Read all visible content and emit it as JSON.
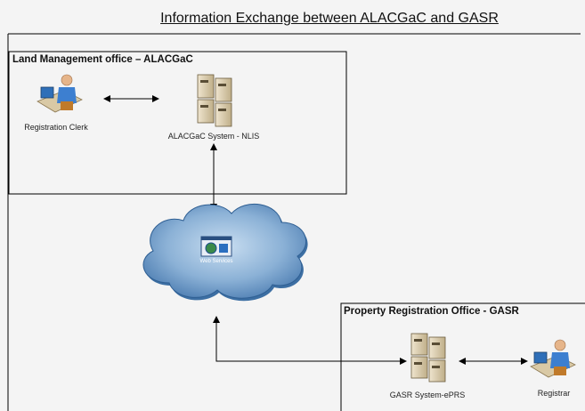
{
  "title": "Information Exchange between ALACGaC and GASR",
  "boxes": {
    "alacgac": {
      "label": "Land Management office – ALACGaC"
    },
    "gasr": {
      "label": "Property Registration Office - GASR"
    }
  },
  "nodes": {
    "registration_clerk": {
      "label": "Registration Clerk",
      "icon": "clerk-workstation-icon"
    },
    "alacgac_system": {
      "label": "ALACGaC System - NLIS",
      "icon": "server-icon"
    },
    "web_services": {
      "label": "Web Services",
      "icon": "web-service-icon"
    },
    "gasr_system": {
      "label": "GASR System-ePRS",
      "icon": "server-icon"
    },
    "registrar": {
      "label": "Registrar",
      "icon": "clerk-workstation-icon"
    }
  },
  "colors": {
    "cloud": "#8bb1d6",
    "cloud_shadow": "#3d6fa3",
    "server": "#d8c8a4",
    "line": "#000000"
  }
}
